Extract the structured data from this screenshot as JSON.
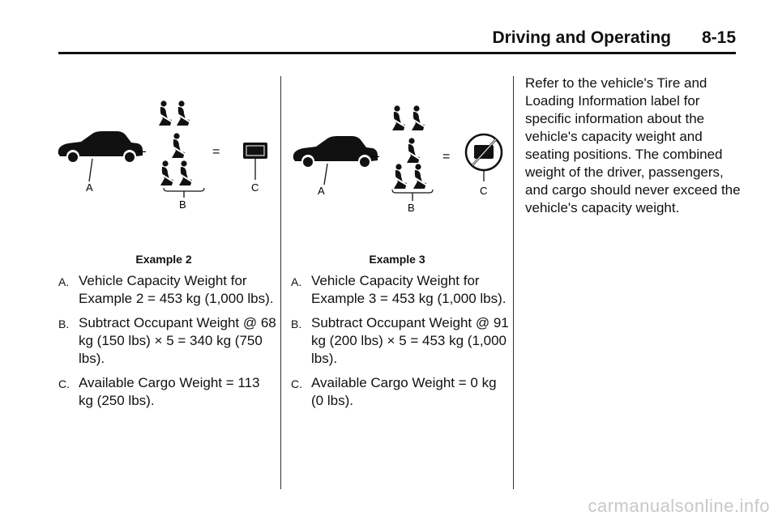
{
  "header": {
    "section": "Driving and Operating",
    "page": "8-15"
  },
  "example2": {
    "labels": {
      "a": "A",
      "b": "B",
      "c": "C",
      "minus": "–",
      "equals": "="
    },
    "caption": "Example 2",
    "items": [
      {
        "letter": "A.",
        "text": "Vehicle Capacity Weight for Example 2 = 453 kg (1,000 lbs)."
      },
      {
        "letter": "B.",
        "text": "Subtract Occupant Weight @ 68 kg (150 lbs) × 5 = 340 kg (750 lbs)."
      },
      {
        "letter": "C.",
        "text": "Available Cargo Weight = 113 kg (250 lbs)."
      }
    ]
  },
  "example3": {
    "labels": {
      "a": "A",
      "b": "B",
      "c": "C",
      "minus": "–",
      "equals": "="
    },
    "caption": "Example 3",
    "items": [
      {
        "letter": "A.",
        "text": "Vehicle Capacity Weight for Example 3 = 453 kg (1,000 lbs)."
      },
      {
        "letter": "B.",
        "text": "Subtract Occupant Weight @ 91 kg (200 lbs) × 5 = 453 kg (1,000 lbs)."
      },
      {
        "letter": "C.",
        "text": "Available Cargo Weight = 0 kg (0 lbs)."
      }
    ]
  },
  "paragraph": "Refer to the vehicle's Tire and Loading Information label for specific information about the vehicle's capacity weight and seating positions. The combined weight of the driver, passengers, and cargo should never exceed the vehicle's capacity weight.",
  "watermark": "carmanualsonline.info"
}
